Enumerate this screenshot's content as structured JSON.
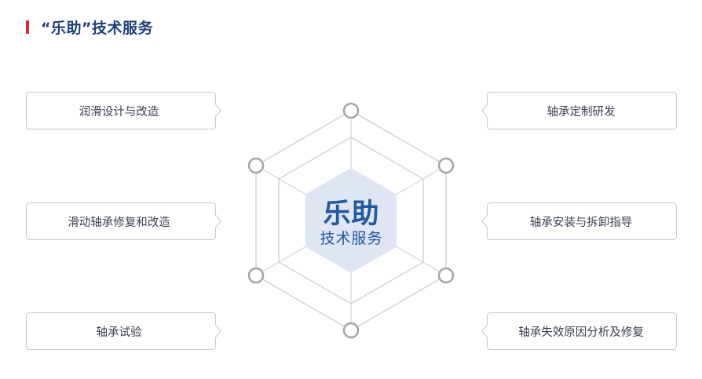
{
  "header": {
    "title": "“乐助”技术服务"
  },
  "center": {
    "main": "乐助",
    "sub": "技术服务"
  },
  "services_left": [
    {
      "label": "润滑设计与改造"
    },
    {
      "label": "滑动轴承修复和改造"
    },
    {
      "label": "轴承试验"
    }
  ],
  "services_right": [
    {
      "label": "轴承定制研发"
    },
    {
      "label": "轴承安装与拆卸指导"
    },
    {
      "label": "轴承失效原因分析及修复"
    }
  ],
  "colors": {
    "accent_bar": "#e3262b",
    "title": "#1f3f7a",
    "center_fill": "#dfe5f3",
    "center_text": "#1f5a9e",
    "box_border": "#c8c8c8",
    "web_line": "#cfcfcf",
    "node_stroke": "#a5a5a5"
  }
}
